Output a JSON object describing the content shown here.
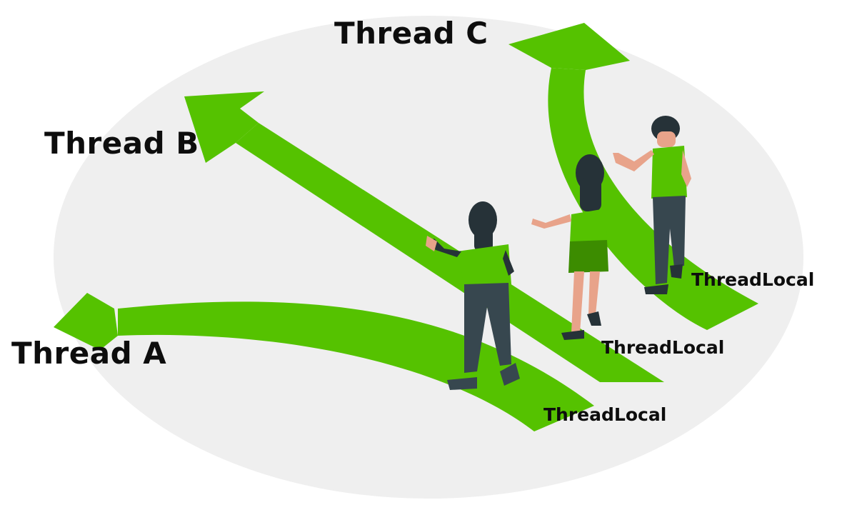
{
  "threads": [
    {
      "name": "Thread A",
      "local_label": "ThreadLocal"
    },
    {
      "name": "Thread B",
      "local_label": "ThreadLocal"
    },
    {
      "name": "Thread C",
      "local_label": "ThreadLocal"
    }
  ],
  "colors": {
    "arrow": "#55c200",
    "backdrop": "#efefef",
    "text": "#0d0d0d"
  }
}
